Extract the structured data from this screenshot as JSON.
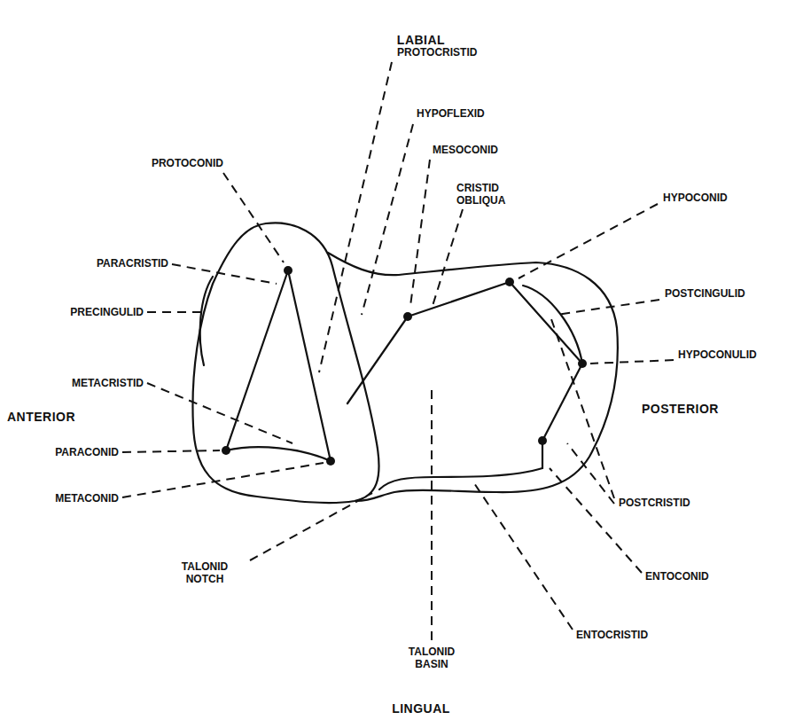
{
  "diagram": {
    "labels": [
      "LABIAL",
      "PROTOCRISTID",
      "HYPOFLEXID",
      "MESOCONID",
      "CRISTID OBLIQUA",
      "PROTOCONID",
      "HYPOCONID",
      "PARACRISTID",
      "POSTCINGULID",
      "PRECINGULID",
      "HYPOCONULID",
      "METACRISTID",
      "ANTERIOR",
      "POSTERIOR",
      "PARACONID",
      "METACONID",
      "POSTCRISTID",
      "TALONID NOTCH",
      "ENTOCONID",
      "ENTOCRISTID",
      "TALONID BASIN",
      "LINGUAL"
    ]
  }
}
